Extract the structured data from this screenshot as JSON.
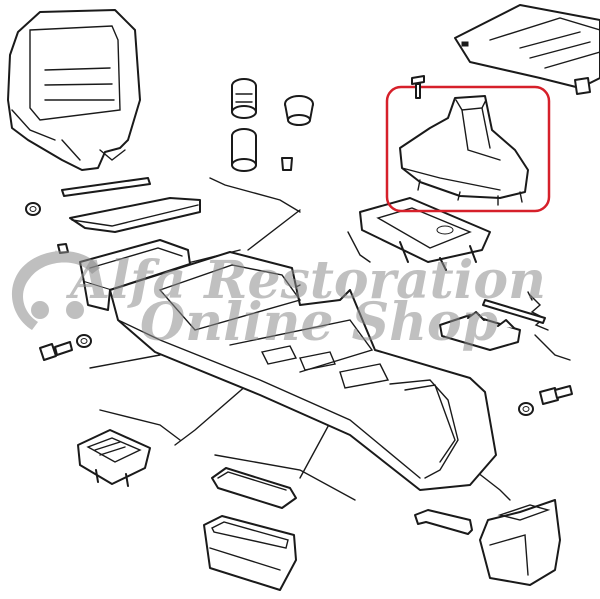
{
  "watermark": {
    "line1": "Alfa Restoration",
    "line2": "Online Shop",
    "color": "#8c8c8c"
  },
  "highlight": {
    "target": "gear-lever-boot",
    "color": "#d6202a"
  },
  "colors": {
    "ink": "#1a1a1a",
    "background": "#ffffff"
  }
}
